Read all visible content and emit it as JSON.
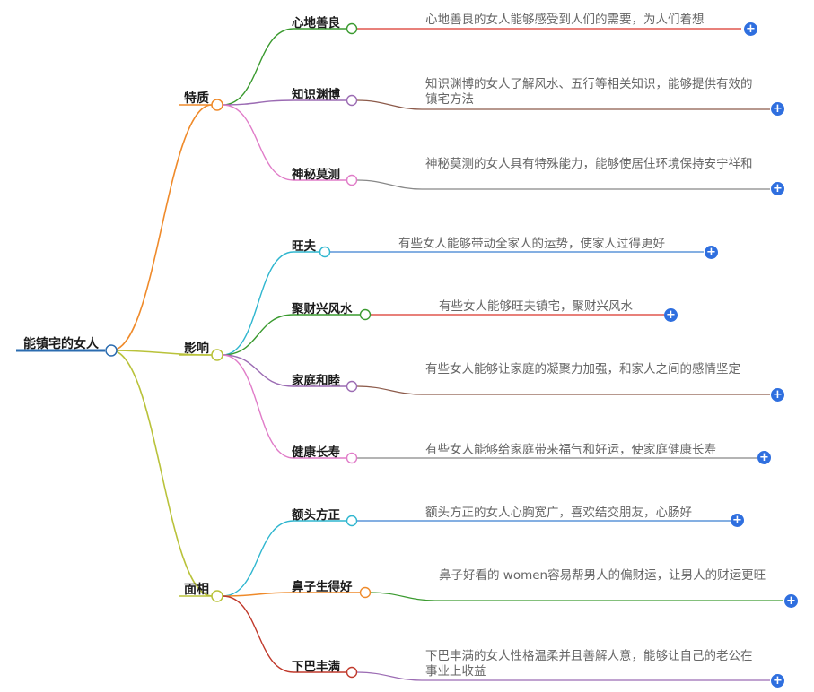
{
  "root": {
    "label": "能镇宅的女人",
    "color": "#2b6cb0"
  },
  "branches": [
    {
      "label": "特质",
      "color": "#ef8a2a",
      "children": [
        {
          "label": "心地善良",
          "color": "#3a9a2f",
          "detail": "心地善良的女人能够感受到人们的需要，为人们着想",
          "detail_color": "#d9342b"
        },
        {
          "label": "知识渊博",
          "color": "#9b6bb3",
          "detail": "知识渊博的女人了解风水、五行等相关知识，能够提供有效的镇宅方法",
          "detail_color": "#8c5a4a"
        },
        {
          "label": "神秘莫测",
          "color": "#e07cc8",
          "detail": "神秘莫测的女人具有特殊能力，能够使居住环境保持安宁祥和",
          "detail_color": "#888888"
        }
      ]
    },
    {
      "label": "影响",
      "color": "#b9c23a",
      "children": [
        {
          "label": "旺夫",
          "color": "#2fb6cf",
          "detail": "有些女人能够带动全家人的运势，使家人过得更好",
          "detail_color": "#3a7fd0"
        },
        {
          "label": "聚财兴风水",
          "color": "#3a9a2f",
          "detail": "有些女人能够旺夫镇宅，聚财兴风水",
          "detail_color": "#d9342b"
        },
        {
          "label": "家庭和睦",
          "color": "#9b6bb3",
          "detail": "有些女人能够让家庭的凝聚力加强，和家人之间的感情坚定",
          "detail_color": "#8c5a4a"
        },
        {
          "label": "健康长寿",
          "color": "#e07cc8",
          "detail": "有些女人能够给家庭带来福气和好运，使家庭健康长寿",
          "detail_color": "#888888"
        }
      ]
    },
    {
      "label": "面相",
      "color": "#b9c23a",
      "children": [
        {
          "label": "额头方正",
          "color": "#2fb6cf",
          "detail": "额头方正的女人心胸宽广，喜欢结交朋友，心肠好",
          "detail_color": "#3a7fd0"
        },
        {
          "label": "鼻子生得好",
          "color": "#ef8a2a",
          "detail": "鼻子好看的 women容易帮男人的偏财运，让男人的财运更旺",
          "detail_color": "#3a9a2f"
        },
        {
          "label": "下巴丰满",
          "color": "#c0392b",
          "detail": "下巴丰满的女人性格温柔并且善解人意，能够让自己的老公在事业上收益",
          "detail_color": "#9b6bb3"
        }
      ]
    }
  ],
  "expand_symbol": "+"
}
